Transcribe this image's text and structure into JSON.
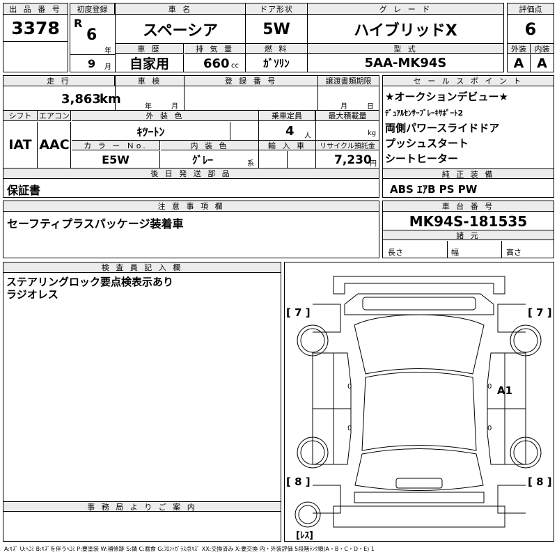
{
  "lot": {
    "label": "出 品 番 号",
    "value": "3378"
  },
  "first_reg": {
    "label": "初度登録",
    "era": "R",
    "year": "6",
    "year_unit": "年",
    "month": "9",
    "month_unit": "月"
  },
  "car_name": {
    "label": "車 名",
    "value": "スペーシア"
  },
  "door": {
    "label": "ドア形状",
    "value": "5W"
  },
  "grade": {
    "label": "グ レ ー ド",
    "value": "ハイブリッドX"
  },
  "score": {
    "label": "評価点",
    "value": "6",
    "ext_label": "外装",
    "int_label": "内装",
    "ext": "A",
    "int": "A"
  },
  "history": {
    "label": "車 歴",
    "value": "自家用"
  },
  "displacement": {
    "label": "排 気 量",
    "value": "660",
    "unit": "cc"
  },
  "fuel": {
    "label": "燃 料",
    "value": "ｶﾞｿﾘﾝ"
  },
  "model": {
    "label": "型 式",
    "value": "5AA-MK94S"
  },
  "mileage": {
    "label": "走 行",
    "value": "3,863",
    "unit": "km"
  },
  "inspection": {
    "label": "車 検",
    "year_unit": "年",
    "month_unit": "月"
  },
  "reg_no": {
    "label": "登 録 番 号"
  },
  "transfer": {
    "label": "譲渡書類期限",
    "month_unit": "月",
    "day_unit": "日"
  },
  "shift": {
    "label": "シフト",
    "value": "IAT"
  },
  "ac": {
    "label": "エアコン",
    "value": "AAC"
  },
  "ext_color": {
    "label": "外 装 色",
    "value": "ｷﾂｰﾄﾝ"
  },
  "capacity": {
    "label": "乗車定員",
    "value": "4",
    "unit": "人"
  },
  "max_load": {
    "label": "最大積載量",
    "unit": "kg"
  },
  "color_no": {
    "label": "カ ラ ー Ｎo.",
    "value": "E5W"
  },
  "int_color": {
    "label": "内 装 色",
    "value": "ｸﾞﾚｰ",
    "unit": "系"
  },
  "import": {
    "label": "輸 入 車"
  },
  "recycle": {
    "label": "リサイクル預託金",
    "value": "7,230",
    "unit": "円"
  },
  "sales_points": {
    "label": "セ ー ル ス ポ イ ン ト",
    "items": [
      "★オークションデビュー★",
      "ﾃﾞｭｱﾙｾﾝｻｰﾌﾞﾚｰｷｻﾎﾟｰﾄ2",
      "両側パワースライドドア",
      "プッシュスタート",
      "シートヒーター"
    ]
  },
  "later_parts": {
    "label": "後 日 発 送 部 品",
    "value": "保証書"
  },
  "genuine_equipment": {
    "label": "純 正 装 備",
    "value": "ABS ｴｱB PS PW"
  },
  "notes": {
    "label": "注 意 事 項 欄",
    "value": "セーフティプラスパッケージ装着車"
  },
  "chassis": {
    "label": "車 台 番 号",
    "value": "MK94S-181535"
  },
  "specs": {
    "label": "諸 元",
    "length": "長さ",
    "width": "幅",
    "height": "高さ"
  },
  "inspector": {
    "label": "検 査 員 記 入 欄",
    "lines": [
      "ステアリングロック要点検表示あり",
      "ラジオレス"
    ]
  },
  "office": {
    "label": "事 務 局 よ り ご 案 内"
  },
  "diagram": {
    "tire_fl": "[ 7 ]",
    "tire_fr": "[ 7 ]",
    "tire_rl": "[ 8 ]",
    "tire_rr": "[ 8 ]",
    "spare": "[ﾚｽ]",
    "damage": "A1",
    "zero_marks": [
      "0",
      "0",
      "0",
      "0"
    ]
  },
  "legend": "A:ｷｽﾞ U:ﾍｺﾐ B:ｷｽﾞを伴うﾍｺﾐ P:要塗装 W:補修跡 S:錆 C:腐食 G:ﾌﾛﾝﾄｶﾞﾗｽ点ｷｽﾞ XX:交換済み X:要交換 内・外装評価 5段階ﾗﾝｸ順(A・B・C・D・E) 1"
}
